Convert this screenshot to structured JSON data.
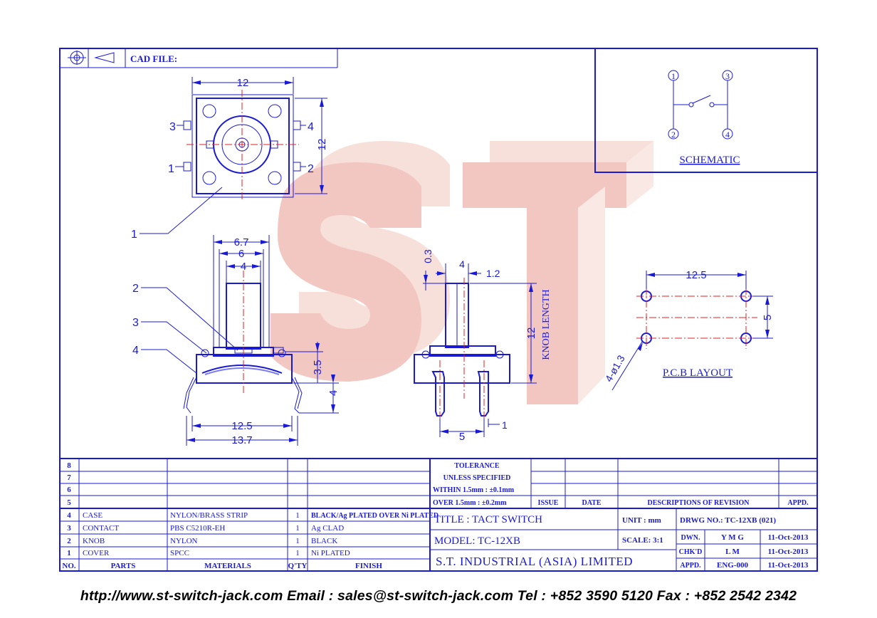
{
  "header": {
    "cad_label": "CAD FILE:"
  },
  "watermark": {
    "text": "ST"
  },
  "schematic": {
    "pins": [
      "1",
      "2",
      "3",
      "4"
    ],
    "label": "SCHEMATIC"
  },
  "top_view": {
    "dims": {
      "width": "12",
      "height": "12"
    },
    "pins": {
      "top_left": "3",
      "top_right": "4",
      "bottom_left": "1",
      "bottom_right": "2"
    },
    "callout": "1"
  },
  "side_view": {
    "dims": {
      "d1": "6.7",
      "d2": "6",
      "d3": "4",
      "h1": "3.5",
      "h2": "4",
      "w1": "12.5",
      "w2": "13.7"
    },
    "callouts": [
      "2",
      "3",
      "4"
    ]
  },
  "end_view": {
    "dims": {
      "top_gap": "0.3",
      "knob_w": "4",
      "lead_w": "1.2",
      "knob_len": "12",
      "pitch": "5",
      "lead": "1"
    },
    "knob_label": "KNOB LENGTH"
  },
  "pcb": {
    "pitch_x": "12.5",
    "pitch_y": "5",
    "hole": "4-ø1.3",
    "label": "P.C.B LAYOUT"
  },
  "revision": {
    "rows": [
      "8",
      "7",
      "6",
      "5"
    ],
    "tolerance": [
      "TOLERANCE",
      "UNLESS  SPECIFIED",
      "WITHIN 1.5mm : ±0.1mm",
      "OVER 1.5mm : ±0.2mm"
    ],
    "headers": {
      "issue": "ISSUE",
      "date": "DATE",
      "desc": "DESCRIPTIONS  OF  REVISION",
      "appd": "APPD."
    }
  },
  "parts": {
    "headers": {
      "no": "NO.",
      "parts": "PARTS",
      "materials": "MATERIALS",
      "qty": "Q'TY",
      "finish": "FINISH"
    },
    "rows": [
      {
        "no": "4",
        "part": "CASE",
        "material": "NYLON/BRASS STRIP",
        "qty": "1",
        "finish": "BLACK/Ag PLATED OVER Ni PLATED"
      },
      {
        "no": "3",
        "part": "CONTACT",
        "material": "PBS C5210R-EH",
        "qty": "1",
        "finish": "Ag CLAD"
      },
      {
        "no": "2",
        "part": "KNOB",
        "material": "NYLON",
        "qty": "1",
        "finish": "BLACK"
      },
      {
        "no": "1",
        "part": "COVER",
        "material": "SPCC",
        "qty": "1",
        "finish": "Ni PLATED"
      }
    ]
  },
  "title_block": {
    "title": "TITLE : TACT SWITCH",
    "model": "MODEL: TC-12XB",
    "company": "S.T.  INDUSTRIAL  (ASIA)  LIMITED",
    "unit": "UNIT :   mm",
    "scale": "SCALE:  3:1",
    "drwg": "DRWG NO.: TC-12XB (021)",
    "dwn_label": "DWN.",
    "dwn": "Y M G",
    "dwn_date": "11-Oct-2013",
    "chk_label": "CHK'D",
    "chk": "L M",
    "chk_date": "11-Oct-2013",
    "appd_label": "APPD.",
    "appd": "ENG-000",
    "appd_date": "11-Oct-2013"
  },
  "footer": "http://www.st-switch-jack.com  Email : sales@st-switch-jack.com  Tel : +852 3590 5120  Fax : +852 2542 2342"
}
